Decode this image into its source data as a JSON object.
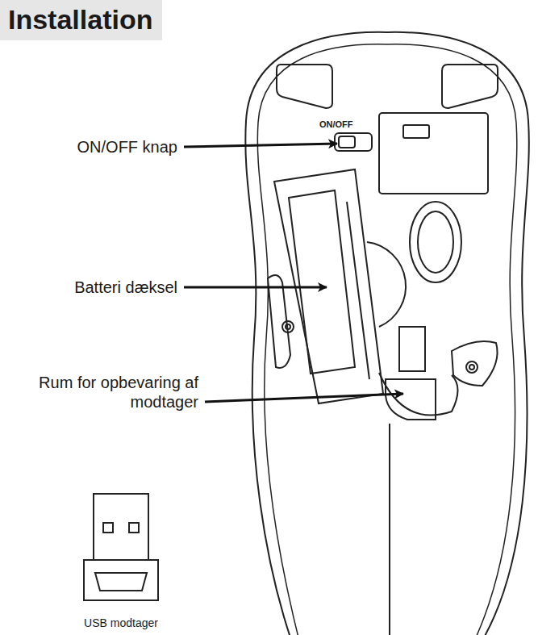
{
  "diagram": {
    "title": "Installation",
    "labels": [
      "ON/OFF knap",
      "Batteri dæksel",
      "Rum for opbevaring af modtager",
      "ON/OFF",
      "USB modtager"
    ]
  }
}
